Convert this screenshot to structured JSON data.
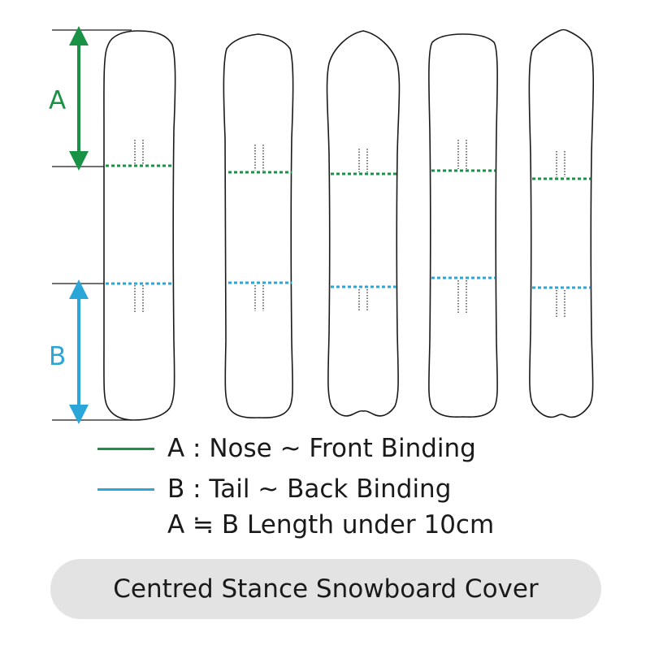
{
  "colors": {
    "front_binding": "#1a9246",
    "back_binding": "#2aa6d8",
    "outline": "#1a1a1a",
    "caption_background": "#e3e3e3"
  },
  "dimensions": {
    "label_a": "A",
    "label_b": "B"
  },
  "boards": [
    {
      "shape": "rounded-nose-rounded-tail"
    },
    {
      "shape": "pointed-nose-rounded-tail"
    },
    {
      "shape": "pointed-nose-swallow-tail"
    },
    {
      "shape": "square-nose-rounded-tail"
    },
    {
      "shape": "pin-nose-notched-tail"
    }
  ],
  "legend": {
    "front_label": "A : Nose ~ Front Binding",
    "back_label": "B : Tail ~ Back Binding",
    "note": "A ≒ B  Length under 10cm"
  },
  "caption": "Centred Stance Snowboard Cover"
}
